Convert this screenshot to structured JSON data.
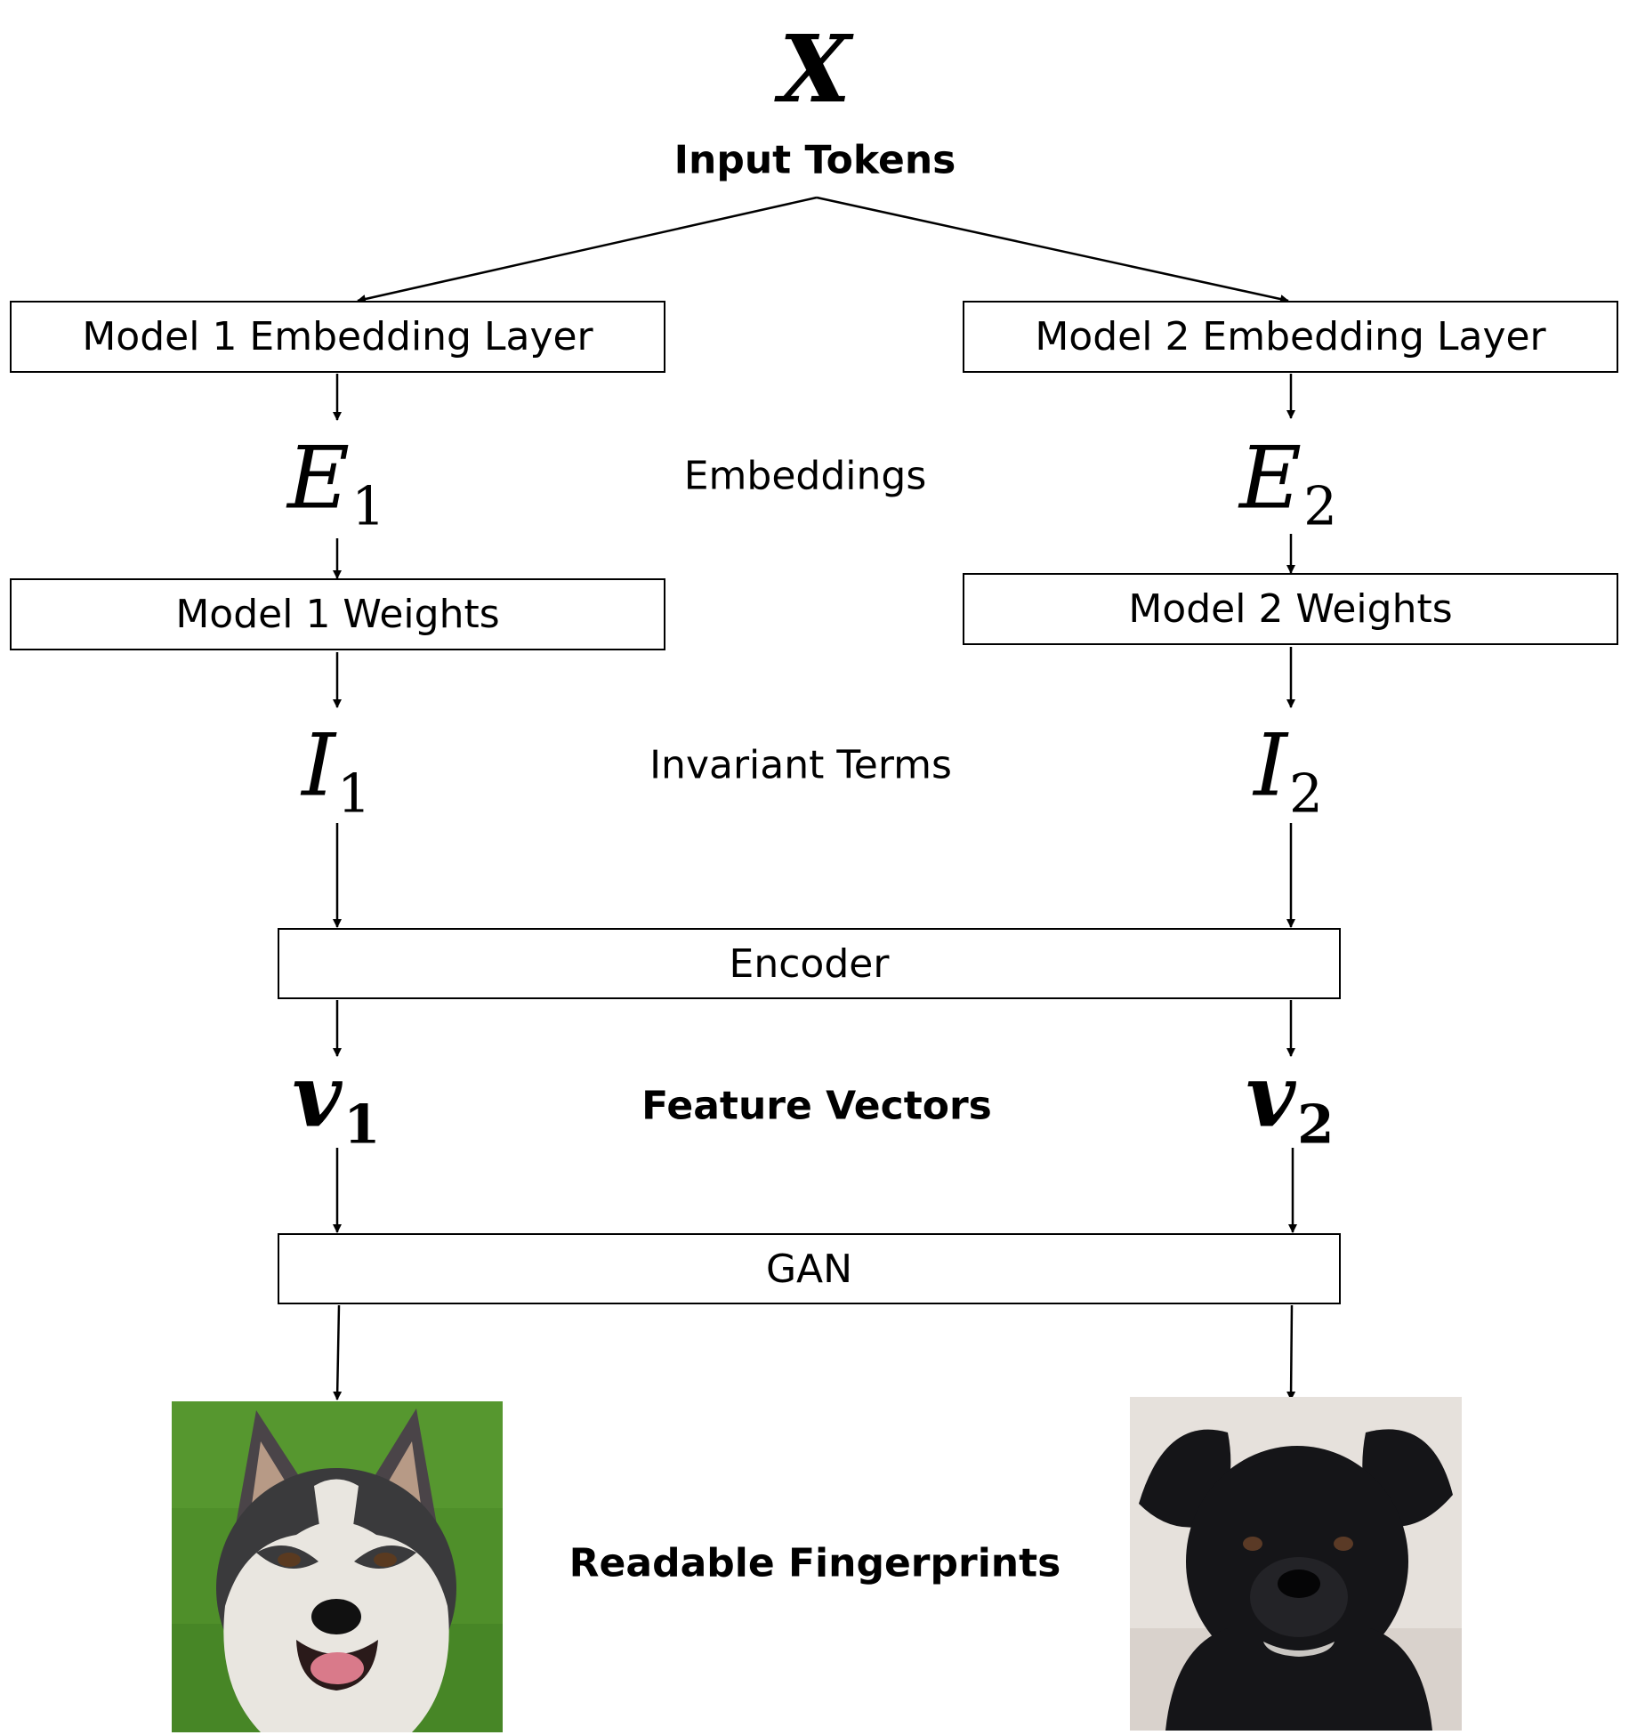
{
  "input": {
    "symbol": "X",
    "label": "Input Tokens"
  },
  "model1": {
    "embedding_layer": "Model 1 Embedding Layer",
    "embedding_symbol": "E",
    "embedding_sub": "1",
    "weights": "Model 1 Weights",
    "invariant_symbol": "I",
    "invariant_sub": "1",
    "feature_symbol": "v",
    "feature_sub": "1"
  },
  "model2": {
    "embedding_layer": "Model 2 Embedding Layer",
    "embedding_symbol": "E",
    "embedding_sub": "2",
    "weights": "Model 2 Weights",
    "invariant_symbol": "I",
    "invariant_sub": "2",
    "feature_symbol": "v",
    "feature_sub": "2"
  },
  "center_labels": {
    "embeddings": "Embeddings",
    "invariant_terms": "Invariant Terms",
    "feature_vectors": "Feature Vectors",
    "readable_fingerprints": "Readable Fingerprints"
  },
  "encoder": "Encoder",
  "gan": "GAN",
  "colors": {
    "line": "#000000",
    "grass": "#4f8f2a",
    "husky_fur_dark": "#3a3a3c",
    "husky_fur_light": "#e9e6e0",
    "black_dog": "#151518",
    "background_light": "#e6e1dc"
  }
}
